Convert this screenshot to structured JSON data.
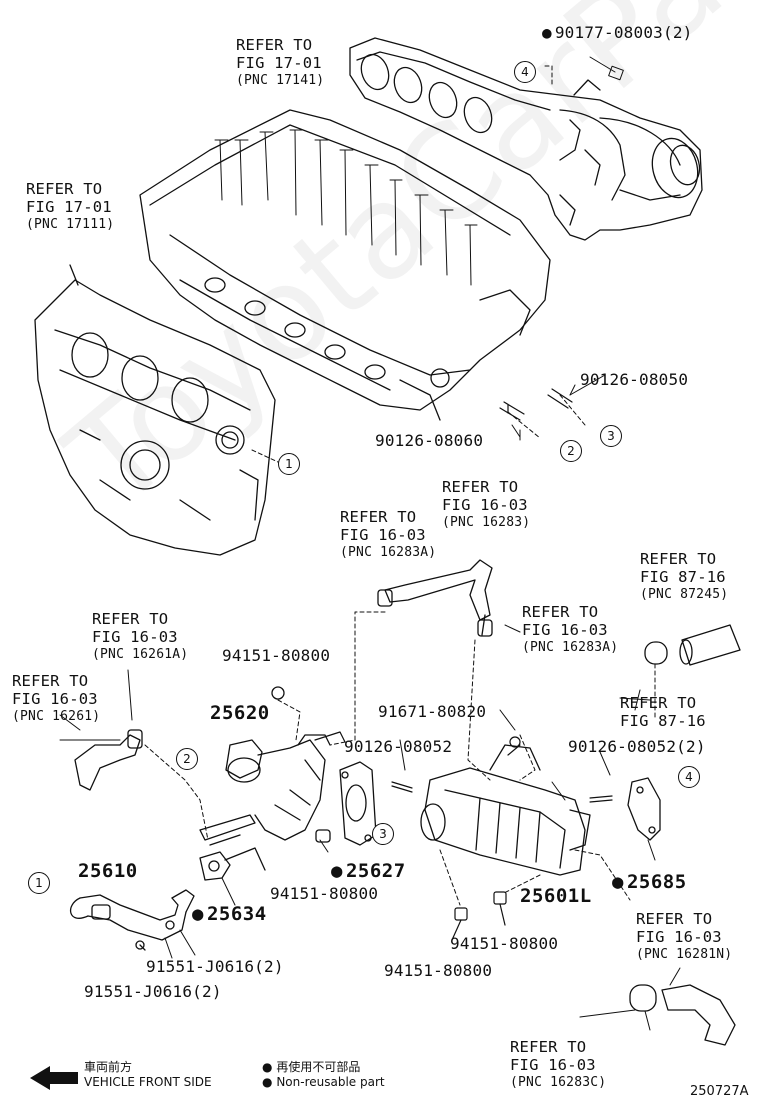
{
  "refs": {
    "r1": {
      "line1": "REFER TO",
      "line2": "FIG 17-01",
      "line3": "(PNC 17141)"
    },
    "r2": {
      "line1": "REFER TO",
      "line2": "FIG 17-01",
      "line3": "(PNC 17111)"
    },
    "r3": {
      "line1": "REFER TO",
      "line2": "FIG 16-03",
      "line3": "(PNC 16283A)"
    },
    "r4": {
      "line1": "REFER TO",
      "line2": "FIG 16-03",
      "line3": "(PNC 16283)"
    },
    "r5": {
      "line1": "REFER TO",
      "line2": "FIG 16-03",
      "line3": "(PNC 16283A)"
    },
    "r6": {
      "line1": "REFER TO",
      "line2": "FIG 87-16",
      "line3": "(PNC 87245)"
    },
    "r7": {
      "line1": "REFER TO",
      "line2": "FIG 87-16"
    },
    "r8": {
      "line1": "REFER TO",
      "line2": "FIG 16-03",
      "line3": "(PNC 16261A)"
    },
    "r9": {
      "line1": "REFER TO",
      "line2": "FIG 16-03",
      "line3": "(PNC 16261)"
    },
    "r10": {
      "line1": "REFER TO",
      "line2": "FIG 16-03",
      "line3": "(PNC 16281N)"
    },
    "r11": {
      "line1": "REFER TO",
      "line2": "FIG 16-03",
      "line3": "(PNC 16283C)"
    }
  },
  "parts": {
    "p90177": "90177-08003(2)",
    "p90126_08050": "90126-08050",
    "p90126_08060": "90126-08060",
    "p94151_a": "94151-80800",
    "p25620": "25620",
    "p91671": "91671-80820",
    "p90126_08052": "90126-08052",
    "p90126_08052_2": "90126-08052(2)",
    "p25627": "25627",
    "p94151_b": "94151-80800",
    "p25610": "25610",
    "p25634": "25634",
    "p25601L": "25601L",
    "p25685": "25685",
    "p94151_c": "94151-80800",
    "p94151_d": "94151-80800",
    "p91551_a": "91551-J0616(2)",
    "p91551_b": "91551-J0616(2)"
  },
  "callouts": {
    "c1": "1",
    "c2": "2",
    "c3": "3",
    "c4": "4"
  },
  "legend": {
    "front_jp": "車両前方",
    "front_en": "VEHICLE FRONT SIDE",
    "nonreuse_jp": "再使用不可部品",
    "nonreuse_en": "Non-reusable part"
  },
  "figure_id": "250727A",
  "watermark": "ToyotaCarParts.ru"
}
